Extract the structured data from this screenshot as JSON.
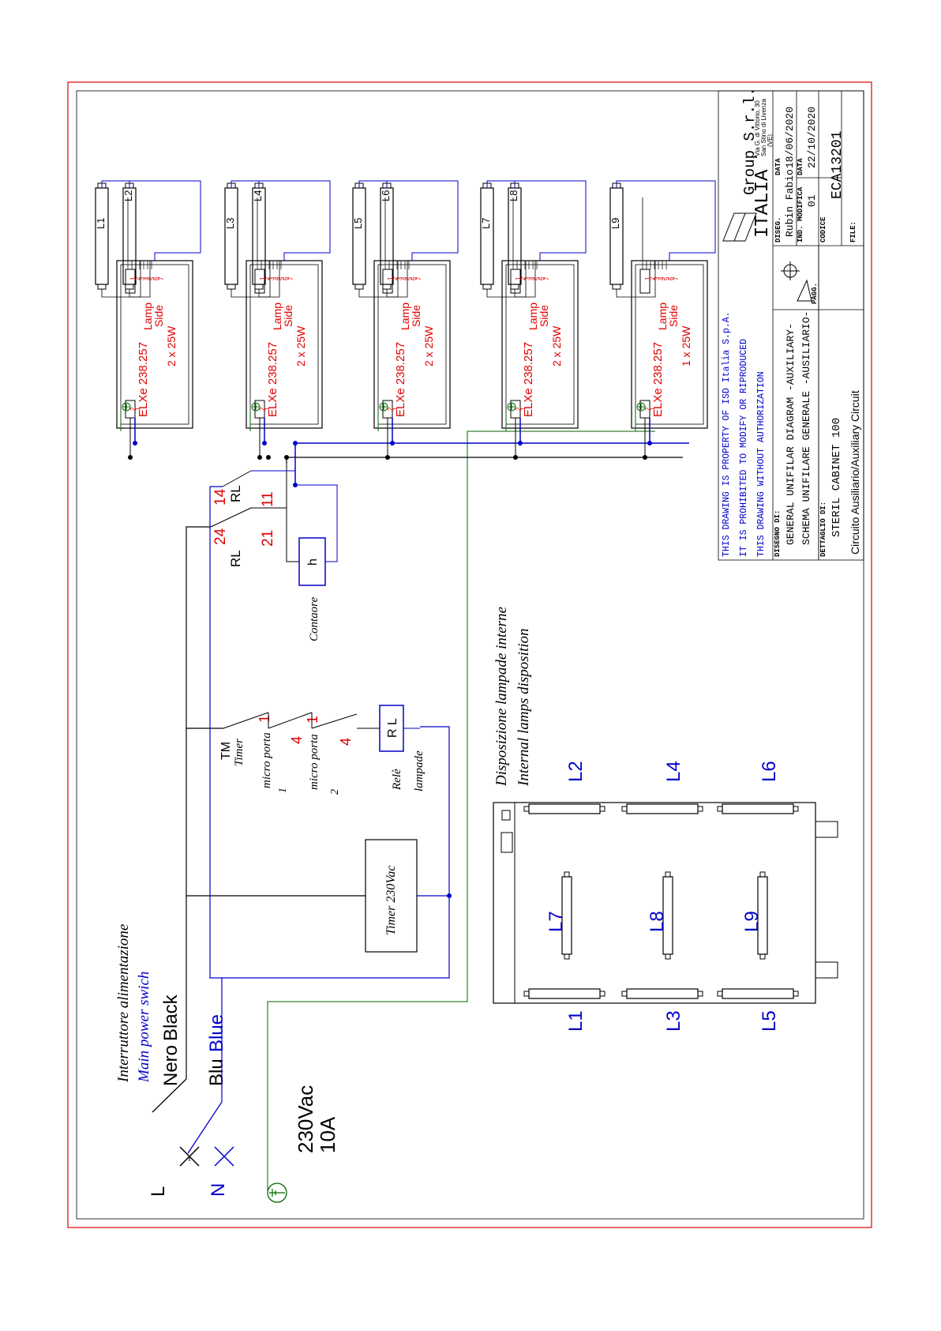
{
  "colors": {
    "frame": "#e00000",
    "wire": "#000000",
    "blue": "#0000cc",
    "green": "#006600",
    "red": "#e00000"
  },
  "supply": {
    "switch_title": "Interruttore alimentazione",
    "switch_title_en": "Main power swich",
    "line": "L",
    "neutral": "N",
    "nero": "Nero",
    "black": "Black",
    "blu": "Blu",
    "blue": "Blue",
    "voltage": "230Vac",
    "current": "10A"
  },
  "controls": {
    "tm": "TM",
    "timer": "Timer",
    "micro1_a": "micro porta",
    "micro1_b": "1",
    "micro2_a": "micro porta",
    "micro2_b": "2",
    "pin1a": "1",
    "pin4a": "4",
    "pin1b": "1",
    "pin4b": "4",
    "relay_box": "R L",
    "relay_a": "Relè",
    "relay_b": "lampade",
    "timer_box": "Timer 230Vac",
    "rl_left": "RL",
    "rl_right": "RL",
    "p24": "24",
    "p14": "14",
    "p21": "21",
    "p11": "11",
    "hour_box": "h",
    "hour_label": "Contaore"
  },
  "ballasts": [
    {
      "model": "ELXe 238.257",
      "side": "Lamp",
      "side2": "Side",
      "power": "2 x 25W",
      "lamp_a": "L1",
      "lamp_b": "L2"
    },
    {
      "model": "ELXe 238.257",
      "side": "Lamp",
      "side2": "Side",
      "power": "2 x 25W",
      "lamp_a": "L3",
      "lamp_b": "L4"
    },
    {
      "model": "ELXe 238.257",
      "side": "Lamp",
      "side2": "Side",
      "power": "2 x 25W",
      "lamp_a": "L5",
      "lamp_b": "L6"
    },
    {
      "model": "ELXe 238.257",
      "side": "Lamp",
      "side2": "Side",
      "power": "2 x 25W",
      "lamp_a": "L7",
      "lamp_b": "L8"
    },
    {
      "model": "ELXe 238.257",
      "side": "Lamp",
      "side2": "Side",
      "power": "1 x 25W",
      "lamp_a": "L9",
      "lamp_b": ""
    }
  ],
  "pins": [
    "1",
    "2",
    "3",
    "4",
    "5",
    "6",
    "7"
  ],
  "mains_pins": [
    "2",
    "1"
  ],
  "disposition": {
    "title_it": "Disposizione lampade interne",
    "title_en": "Internal lamps disposition",
    "lamps": [
      "L1",
      "L2",
      "L3",
      "L4",
      "L5",
      "L6",
      "L7",
      "L8",
      "L9"
    ]
  },
  "title_block": {
    "notice1": "THIS DRAWING IS PROPERTY OF ISD Italia S.p.A.",
    "notice2": "IT IS PROHIBITED TO MODIFY OR RIPRODUCED",
    "notice3": "THIS DRAWING WITHOUT AUTHORIZATION",
    "disegno_label": "DISEGNO DI:",
    "disegno_1": "GENERAL UNIFILAR DIAGRAM -AUXILIARY-",
    "disegno_2": "SCHEMA UNIFILARE GENERALE -AUSILIARIO-",
    "dettaglio_label": "DETTAGLIO DI:",
    "dettaglio_1": "STERIL CABINET 100",
    "dettaglio_2": "Circuito Ausiliario/Auxiliary Circuit",
    "pagg": "PAGG.",
    "company": "ITALIA",
    "company_suffix": "Group S.r.l.",
    "address1": "Via G. di Vittorio, 30",
    "address2": "San Stino di Livenza",
    "address3": "(VE)",
    "diseg_label": "DISEG.",
    "diseg_value": "Rubin Fabio",
    "data_label": "DATA",
    "data_value": "18/06/2020",
    "ind_label": "IND. MODIFICA",
    "ind_value": "01",
    "data2_label": "DATA",
    "data2_value": "22/10/2020",
    "codice_label": "CODICE",
    "codice_value": "ECA13201",
    "file_label": "FILE:"
  }
}
